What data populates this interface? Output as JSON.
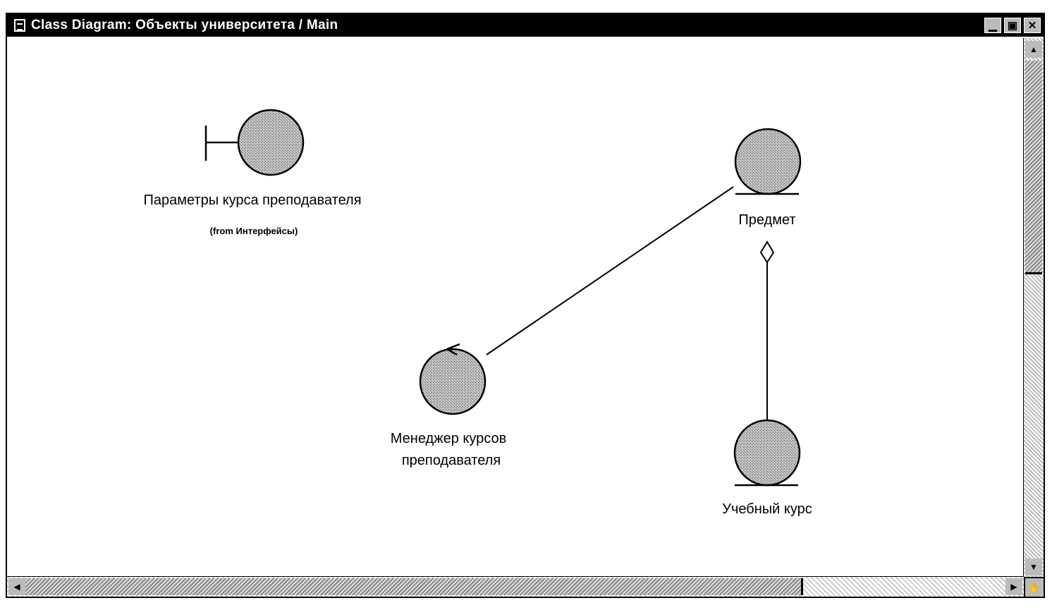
{
  "window": {
    "title": "Class Diagram: Объекты университета / Main",
    "icon": "diagram-icon",
    "buttons": {
      "minimize": "▁",
      "maximize": "▣",
      "close": "✕"
    }
  },
  "diagram": {
    "boundary": {
      "name": "Параметры курса преподавателя",
      "from": "(from Интерфейсы)"
    },
    "entity_subject": {
      "name": "Предмет"
    },
    "control": {
      "name_line1": "Менеджер курсов",
      "name_line2": "преподавателя"
    },
    "entity_course": {
      "name": "Учебный курс"
    }
  },
  "scrollbars": {
    "up": "▲",
    "down": "▼",
    "left": "◀",
    "right": "▶",
    "corner": "✋"
  }
}
